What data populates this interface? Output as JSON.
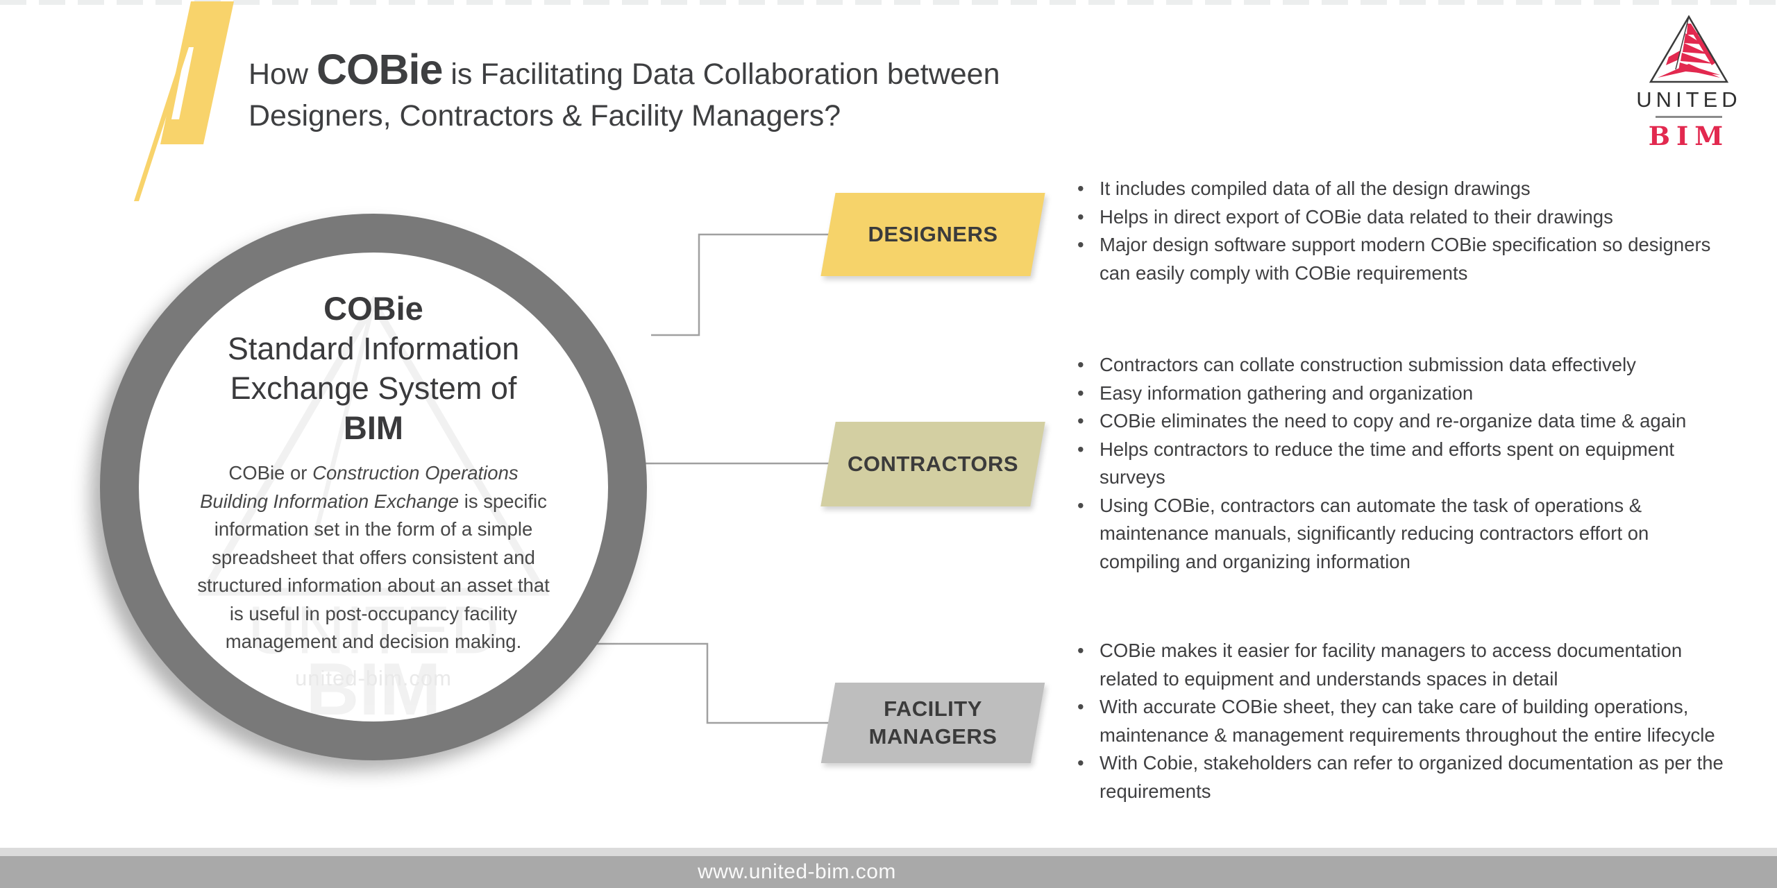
{
  "header": {
    "title_prefix": "How ",
    "title_brand": "COBie",
    "title_suffix": " is Facilitating Data Collaboration between",
    "title_line2": "Designers, Contractors & Facility Managers?"
  },
  "logo": {
    "name": "United BIM logo",
    "line1": "UNITED",
    "line2": "BIM"
  },
  "circle": {
    "heading_brand": "COBie",
    "heading_line1": "Standard Information",
    "heading_line2": "Exchange System of",
    "heading_bim": "BIM",
    "desc_prefix": "COBie or ",
    "desc_italic": "Construction Operations Building Information Exchange",
    "desc_suffix": " is specific information set in the form of a simple spreadsheet that offers consistent and structured information about an asset that is useful in post-occupancy facility management and decision making.",
    "watermark": "united-bim.com"
  },
  "groups": [
    {
      "label": "DESIGNERS",
      "color": "#f6d36a",
      "bullets": [
        "It includes compiled data of all the design drawings",
        "Helps in direct export of COBie data related to their drawings",
        "Major design software support modern COBie specification so designers can easily comply with COBie requirements"
      ]
    },
    {
      "label": "CONTRACTORS",
      "color": "#d3cfa2",
      "bullets": [
        "Contractors can collate construction submission data effectively",
        "Easy information gathering and organization",
        "COBie eliminates the need to copy and re-organize data time & again",
        "Helps contractors to reduce the time and efforts spent on equipment surveys",
        "Using COBie, contractors can automate the task of operations & maintenance manuals, significantly reducing contractors effort on compiling and organizing information"
      ]
    },
    {
      "label": "FACILITY MANAGERS",
      "color": "#bebebe",
      "bullets": [
        "COBie makes it easier for facility managers to access documentation related to equipment and understands spaces in detail",
        "With accurate COBie sheet, they can take care of building operations, maintenance & management requirements throughout the entire lifecycle",
        "With Cobie, stakeholders can refer to organized documentation as per the requirements"
      ]
    }
  ],
  "footer": {
    "url": "www.united-bim.com"
  },
  "colors": {
    "accent_yellow": "#f6d36a",
    "accent_olive": "#d3cfa2",
    "accent_gray": "#bebebe",
    "ring_gray": "#797979",
    "brand_red": "#e2294f",
    "text_dark": "#3f3f41",
    "connector_gray": "#a0a0a0",
    "footer_bar": "#a9a9a9",
    "footer_strip": "#dbdbdb"
  }
}
